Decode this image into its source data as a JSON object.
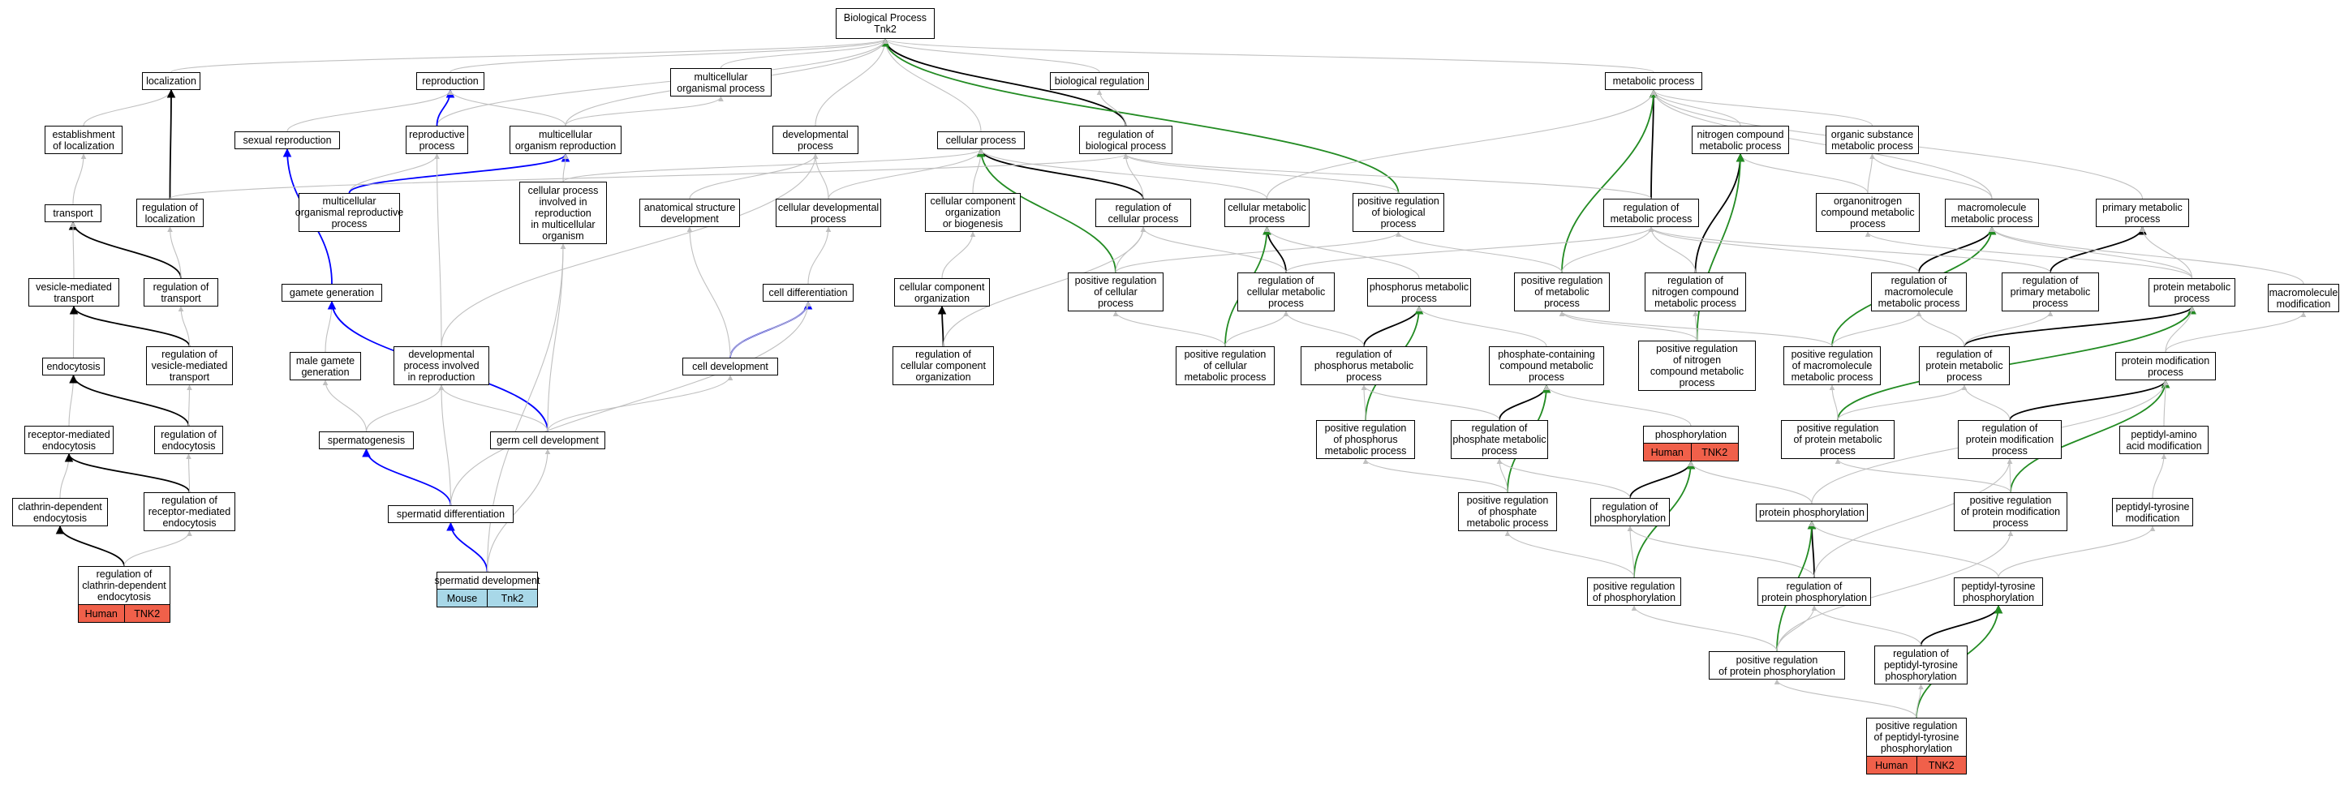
{
  "colors": {
    "gray_edge": "#c0c0c0",
    "black_edge": "#000000",
    "blue_edge": "#0000ff",
    "green_edge": "#228b22",
    "human_badge": "#f0604a",
    "mouse_badge": "#a8d8e8"
  },
  "nodes": [
    {
      "id": "bp",
      "label": "Biological Process\nTnk2"
    },
    {
      "id": "localization",
      "label": "localization"
    },
    {
      "id": "reproduction",
      "label": "reproduction"
    },
    {
      "id": "multiorg",
      "label": "multicellular\norganismal process"
    },
    {
      "id": "bioreg",
      "label": "biological regulation"
    },
    {
      "id": "metabolic",
      "label": "metabolic process"
    },
    {
      "id": "estloc",
      "label": "establishment\nof localization"
    },
    {
      "id": "sexrep",
      "label": "sexual reproduction"
    },
    {
      "id": "reproproc",
      "label": "reproductive\nprocess"
    },
    {
      "id": "multirep",
      "label": "multicellular\norganism reproduction"
    },
    {
      "id": "devproc",
      "label": "developmental\nprocess"
    },
    {
      "id": "cellproc",
      "label": "cellular process"
    },
    {
      "id": "regbio",
      "label": "regulation of\nbiological process"
    },
    {
      "id": "nitro",
      "label": "nitrogen compound\nmetabolic process"
    },
    {
      "id": "orgsub",
      "label": "organic substance\nmetabolic process"
    },
    {
      "id": "transport",
      "label": "transport"
    },
    {
      "id": "regloc",
      "label": "regulation of\nlocalization"
    },
    {
      "id": "multirepproc",
      "label": "multicellular\norganismal reproductive\nprocess"
    },
    {
      "id": "cellrepro",
      "label": "cellular process\ninvolved in\nreproduction\nin multicellular\norganism"
    },
    {
      "id": "anat",
      "label": "anatomical structure\ndevelopment"
    },
    {
      "id": "celldevproc",
      "label": "cellular developmental\nprocess"
    },
    {
      "id": "cellcomp",
      "label": "cellular component\norganization\nor biogenesis"
    },
    {
      "id": "regcell",
      "label": "regulation of\ncellular process"
    },
    {
      "id": "cellmet",
      "label": "cellular metabolic\nprocess"
    },
    {
      "id": "posregbio",
      "label": "positive regulation\nof biological\nprocess"
    },
    {
      "id": "regmet",
      "label": "regulation of\nmetabolic process"
    },
    {
      "id": "organonitro",
      "label": "organonitrogen\ncompound metabolic\nprocess"
    },
    {
      "id": "macromet",
      "label": "macromolecule\nmetabolic process"
    },
    {
      "id": "primmet",
      "label": "primary metabolic\nprocess"
    },
    {
      "id": "vesicle",
      "label": "vesicle-mediated\ntransport"
    },
    {
      "id": "regtrans",
      "label": "regulation of\ntransport"
    },
    {
      "id": "gamete",
      "label": "gamete generation"
    },
    {
      "id": "celldiff",
      "label": "cell differentiation"
    },
    {
      "id": "cellcomporg",
      "label": "cellular component\norganization"
    },
    {
      "id": "posregcell",
      "label": "positive regulation\nof cellular\nprocess"
    },
    {
      "id": "regcellmet",
      "label": "regulation of\ncellular metabolic\nprocess"
    },
    {
      "id": "phosmet",
      "label": "phosphorus metabolic\nprocess"
    },
    {
      "id": "posregmet",
      "label": "positive regulation\nof metabolic\nprocess"
    },
    {
      "id": "regnitro",
      "label": "regulation of\nnitrogen compound\nmetabolic process"
    },
    {
      "id": "regmacro",
      "label": "regulation of\nmacromolecule\nmetabolic process"
    },
    {
      "id": "regprim",
      "label": "regulation of\nprimary metabolic\nprocess"
    },
    {
      "id": "protmet",
      "label": "protein metabolic\nprocess"
    },
    {
      "id": "macromod",
      "label": "macromolecule\nmodification"
    },
    {
      "id": "endocytosis",
      "label": "endocytosis"
    },
    {
      "id": "regvesicle",
      "label": "regulation of\nvesicle-mediated\ntransport"
    },
    {
      "id": "malegam",
      "label": "male gamete\ngeneration"
    },
    {
      "id": "devrepro",
      "label": "developmental\nprocess involved\nin reproduction"
    },
    {
      "id": "celldev",
      "label": "cell development"
    },
    {
      "id": "regcellcomp",
      "label": "regulation of\ncellular component\norganization"
    },
    {
      "id": "posregcellmet",
      "label": "positive regulation\nof cellular\nmetabolic process"
    },
    {
      "id": "regphosmet",
      "label": "regulation of\nphosphorus metabolic\nprocess"
    },
    {
      "id": "phosphcomp",
      "label": "phosphate-containing\ncompound metabolic\nprocess"
    },
    {
      "id": "posregnitro",
      "label": "positive regulation\nof nitrogen\ncompound metabolic\nprocess"
    },
    {
      "id": "posregmacro",
      "label": "positive regulation\nof macromolecule\nmetabolic process"
    },
    {
      "id": "regprotmet",
      "label": "regulation of\nprotein metabolic\nprocess"
    },
    {
      "id": "protmod",
      "label": "protein modification\nprocess"
    },
    {
      "id": "recendo",
      "label": "receptor-mediated\nendocytosis"
    },
    {
      "id": "regendo",
      "label": "regulation of\nendocytosis"
    },
    {
      "id": "spermato",
      "label": "spermatogenesis"
    },
    {
      "id": "germcell",
      "label": "germ cell development"
    },
    {
      "id": "posregphosmet",
      "label": "positive regulation\nof phosphorus\nmetabolic process"
    },
    {
      "id": "regphosph",
      "label": "regulation of\nphosphate metabolic\nprocess"
    },
    {
      "id": "phosphorylation",
      "label": "phosphorylation"
    },
    {
      "id": "posregprotmet",
      "label": "positive regulation\nof protein metabolic\nprocess"
    },
    {
      "id": "regprotmod",
      "label": "regulation of\nprotein modification\nprocess"
    },
    {
      "id": "peptaa",
      "label": "peptidyl-amino\nacid modification"
    },
    {
      "id": "clathrin",
      "label": "clathrin-dependent\nendocytosis"
    },
    {
      "id": "regrecendo",
      "label": "regulation of\nreceptor-mediated\nendocytosis"
    },
    {
      "id": "spermatid",
      "label": "spermatid differentiation"
    },
    {
      "id": "posregphosph",
      "label": "positive regulation\nof phosphate\nmetabolic process"
    },
    {
      "id": "regphosphn",
      "label": "regulation of\nphosphorylation"
    },
    {
      "id": "protphos",
      "label": "protein phosphorylation"
    },
    {
      "id": "posregprotmod",
      "label": "positive regulation\nof protein modification\nprocess"
    },
    {
      "id": "peptyrmod",
      "label": "peptidyl-tyrosine\nmodification"
    },
    {
      "id": "regclathrin",
      "label": "regulation of\nclathrin-dependent\nendocytosis"
    },
    {
      "id": "spermdev",
      "label": "spermatid development"
    },
    {
      "id": "posregphosphn",
      "label": "positive regulation\nof phosphorylation"
    },
    {
      "id": "regprotphos",
      "label": "regulation of\nprotein phosphorylation"
    },
    {
      "id": "peptyrphos",
      "label": "peptidyl-tyrosine\nphosphorylation"
    },
    {
      "id": "posregprotphos",
      "label": "positive regulation\nof protein phosphorylation"
    },
    {
      "id": "regpeptyr",
      "label": "regulation of\npeptidyl-tyrosine\nphosphorylation"
    },
    {
      "id": "posregpeptyr",
      "label": "positive regulation\nof peptidyl-tyrosine\nphosphorylation"
    }
  ],
  "badges": [
    {
      "node": "regclathrin",
      "species": "Human",
      "gene": "TNK2",
      "kind": "human"
    },
    {
      "node": "spermdev",
      "species": "Mouse",
      "gene": "Tnk2",
      "kind": "mouse"
    },
    {
      "node": "phosphorylation",
      "species": "Human",
      "gene": "TNK2",
      "kind": "human"
    },
    {
      "node": "posregpeptyr",
      "species": "Human",
      "gene": "TNK2",
      "kind": "human"
    }
  ],
  "edges": [
    [
      "localization",
      "bp",
      "gray"
    ],
    [
      "reproduction",
      "bp",
      "gray"
    ],
    [
      "multiorg",
      "bp",
      "gray"
    ],
    [
      "bioreg",
      "bp",
      "gray"
    ],
    [
      "metabolic",
      "bp",
      "gray"
    ],
    [
      "devproc",
      "bp",
      "gray"
    ],
    [
      "cellproc",
      "bp",
      "gray"
    ],
    [
      "regbio",
      "bp",
      "black"
    ],
    [
      "posregbio",
      "bp",
      "green"
    ],
    [
      "reproproc",
      "bp",
      "gray"
    ],
    [
      "multirep",
      "bp",
      "gray"
    ],
    [
      "estloc",
      "localization",
      "gray"
    ],
    [
      "regloc",
      "localization",
      "black"
    ],
    [
      "sexrep",
      "reproduction",
      "gray"
    ],
    [
      "reproproc",
      "reproduction",
      "blue"
    ],
    [
      "multirep",
      "reproduction",
      "gray"
    ],
    [
      "multirep",
      "multiorg",
      "gray"
    ],
    [
      "regbio",
      "bioreg",
      "gray"
    ],
    [
      "nitro",
      "metabolic",
      "gray"
    ],
    [
      "orgsub",
      "metabolic",
      "gray"
    ],
    [
      "regmet",
      "metabolic",
      "black"
    ],
    [
      "posregmet",
      "metabolic",
      "green"
    ],
    [
      "cellmet",
      "metabolic",
      "gray"
    ],
    [
      "macromet",
      "metabolic",
      "gray"
    ],
    [
      "primmet",
      "metabolic",
      "gray"
    ],
    [
      "transport",
      "estloc",
      "gray"
    ],
    [
      "regtrans",
      "transport",
      "black"
    ],
    [
      "vesicle",
      "transport",
      "gray"
    ],
    [
      "gamete",
      "sexrep",
      "blue"
    ],
    [
      "multirepproc",
      "reproproc",
      "gray"
    ],
    [
      "multirepproc",
      "multirep",
      "blue"
    ],
    [
      "cellrepro",
      "multirep",
      "gray"
    ],
    [
      "cellrepro",
      "cellproc",
      "gray"
    ],
    [
      "anat",
      "devproc",
      "gray"
    ],
    [
      "celldevproc",
      "devproc",
      "gray"
    ],
    [
      "celldevproc",
      "cellproc",
      "gray"
    ],
    [
      "cellcomp",
      "cellproc",
      "gray"
    ],
    [
      "regcell",
      "cellproc",
      "black"
    ],
    [
      "posregcell",
      "cellproc",
      "green"
    ],
    [
      "cellmet",
      "cellproc",
      "gray"
    ],
    [
      "regcell",
      "regbio",
      "gray"
    ],
    [
      "posregbio",
      "regbio",
      "gray"
    ],
    [
      "regmet",
      "regbio",
      "gray"
    ],
    [
      "organonitro",
      "nitro",
      "gray"
    ],
    [
      "organonitro",
      "orgsub",
      "gray"
    ],
    [
      "macromet",
      "orgsub",
      "gray"
    ],
    [
      "regnitro",
      "nitro",
      "black"
    ],
    [
      "posregnitro",
      "nitro",
      "green"
    ],
    [
      "regloc",
      "regbio",
      "gray"
    ],
    [
      "regtrans",
      "regloc",
      "gray"
    ],
    [
      "endocytosis",
      "vesicle",
      "gray"
    ],
    [
      "regvesicle",
      "vesicle",
      "black"
    ],
    [
      "regvesicle",
      "regtrans",
      "gray"
    ],
    [
      "malegam",
      "gamete",
      "gray"
    ],
    [
      "germcell",
      "gamete",
      "blue"
    ],
    [
      "celldev",
      "celldiff",
      "blue"
    ],
    [
      "celldiff",
      "celldevproc",
      "gray"
    ],
    [
      "cellcomporg",
      "cellcomp",
      "gray"
    ],
    [
      "regcellcomp",
      "cellcomporg",
      "black"
    ],
    [
      "regcellcomp",
      "regcell",
      "gray"
    ],
    [
      "posregcell",
      "regcell",
      "gray"
    ],
    [
      "posregcell",
      "posregbio",
      "gray"
    ],
    [
      "regcellmet",
      "cellmet",
      "black"
    ],
    [
      "regcellmet",
      "regcell",
      "gray"
    ],
    [
      "regcellmet",
      "regmet",
      "gray"
    ],
    [
      "posregcellmet",
      "cellmet",
      "green"
    ],
    [
      "posregcellmet",
      "regcellmet",
      "gray"
    ],
    [
      "posregcellmet",
      "posregcell",
      "gray"
    ],
    [
      "phosmet",
      "cellmet",
      "gray"
    ],
    [
      "regphosmet",
      "phosmet",
      "black"
    ],
    [
      "regphosmet",
      "regcellmet",
      "gray"
    ],
    [
      "posregphosmet",
      "phosmet",
      "green"
    ],
    [
      "posregphosmet",
      "regphosmet",
      "gray"
    ],
    [
      "posregmet",
      "regmet",
      "gray"
    ],
    [
      "posregmet",
      "posregbio",
      "gray"
    ],
    [
      "regnitro",
      "regmet",
      "gray"
    ],
    [
      "posregnitro",
      "regnitro",
      "gray"
    ],
    [
      "posregnitro",
      "posregmet",
      "gray"
    ],
    [
      "regmacro",
      "macromet",
      "black"
    ],
    [
      "regmacro",
      "regmet",
      "gray"
    ],
    [
      "posregmacro",
      "macromet",
      "green"
    ],
    [
      "posregmacro",
      "regmacro",
      "gray"
    ],
    [
      "posregmacro",
      "posregmet",
      "gray"
    ],
    [
      "regprim",
      "primmet",
      "black"
    ],
    [
      "regprim",
      "regmet",
      "gray"
    ],
    [
      "protmet",
      "primmet",
      "gray"
    ],
    [
      "protmet",
      "macromet",
      "gray"
    ],
    [
      "protmet",
      "organonitro",
      "gray"
    ],
    [
      "regprotmet",
      "protmet",
      "black"
    ],
    [
      "regprotmet",
      "regmacro",
      "gray"
    ],
    [
      "regprotmet",
      "regprim",
      "gray"
    ],
    [
      "posregprotmet",
      "protmet",
      "green"
    ],
    [
      "posregprotmet",
      "regprotmet",
      "gray"
    ],
    [
      "posregprotmet",
      "posregmacro",
      "gray"
    ],
    [
      "macromod",
      "macromet",
      "gray"
    ],
    [
      "protmod",
      "macromod",
      "gray"
    ],
    [
      "protmod",
      "protmet",
      "gray"
    ],
    [
      "regprotmod",
      "protmod",
      "black"
    ],
    [
      "regprotmod",
      "regprotmet",
      "gray"
    ],
    [
      "posregprotmod",
      "protmod",
      "green"
    ],
    [
      "posregprotmod",
      "regprotmod",
      "gray"
    ],
    [
      "posregprotmod",
      "posregprotmet",
      "gray"
    ],
    [
      "peptaa",
      "protmod",
      "gray"
    ],
    [
      "peptyrmod",
      "peptaa",
      "gray"
    ],
    [
      "recendo",
      "endocytosis",
      "gray"
    ],
    [
      "regendo",
      "endocytosis",
      "black"
    ],
    [
      "regendo",
      "regvesicle",
      "gray"
    ],
    [
      "clathrin",
      "recendo",
      "gray"
    ],
    [
      "regrecendo",
      "recendo",
      "black"
    ],
    [
      "regrecendo",
      "regendo",
      "gray"
    ],
    [
      "regclathrin",
      "clathrin",
      "black"
    ],
    [
      "regclathrin",
      "regrecendo",
      "gray"
    ],
    [
      "spermato",
      "malegam",
      "gray"
    ],
    [
      "spermatid",
      "spermato",
      "blue"
    ],
    [
      "spermatid",
      "devrepro",
      "gray"
    ],
    [
      "spermdev",
      "spermatid",
      "blue"
    ],
    [
      "spermdev",
      "germcell",
      "gray"
    ],
    [
      "spermdev",
      "cellrepro",
      "gray"
    ],
    [
      "germcell",
      "devrepro",
      "gray"
    ],
    [
      "germcell",
      "celldev",
      "gray"
    ],
    [
      "germcell",
      "cellrepro",
      "gray"
    ],
    [
      "devrepro",
      "reproproc",
      "gray"
    ],
    [
      "devrepro",
      "devproc",
      "gray"
    ],
    [
      "spermato",
      "devrepro",
      "gray"
    ],
    [
      "celldev",
      "anat",
      "gray"
    ],
    [
      "celldev",
      "celldiff",
      "gray"
    ],
    [
      "spermatid",
      "celldiff",
      "gray"
    ],
    [
      "phosphcomp",
      "phosmet",
      "gray"
    ],
    [
      "regphosph",
      "phosphcomp",
      "black"
    ],
    [
      "regphosph",
      "regphosmet",
      "gray"
    ],
    [
      "posregphosph",
      "phosphcomp",
      "green"
    ],
    [
      "posregphosph",
      "regphosph",
      "gray"
    ],
    [
      "posregphosph",
      "posregphosmet",
      "gray"
    ],
    [
      "phosphorylation",
      "phosphcomp",
      "gray"
    ],
    [
      "regphosphn",
      "phosphorylation",
      "black"
    ],
    [
      "regphosphn",
      "regphosph",
      "gray"
    ],
    [
      "posregphosphn",
      "phosphorylation",
      "green"
    ],
    [
      "posregphosphn",
      "regphosphn",
      "gray"
    ],
    [
      "posregphosphn",
      "posregphosph",
      "gray"
    ],
    [
      "protphos",
      "phosphorylation",
      "gray"
    ],
    [
      "protphos",
      "protmod",
      "gray"
    ],
    [
      "regprotphos",
      "protphos",
      "black"
    ],
    [
      "regprotphos",
      "regphosphn",
      "gray"
    ],
    [
      "regprotphos",
      "regprotmod",
      "gray"
    ],
    [
      "posregprotphos",
      "protphos",
      "green"
    ],
    [
      "posregprotphos",
      "regprotphos",
      "gray"
    ],
    [
      "posregprotphos",
      "posregphosphn",
      "gray"
    ],
    [
      "posregprotphos",
      "posregprotmod",
      "gray"
    ],
    [
      "peptyrphos",
      "peptyrmod",
      "gray"
    ],
    [
      "peptyrphos",
      "protphos",
      "gray"
    ],
    [
      "regpeptyr",
      "peptyrphos",
      "black"
    ],
    [
      "regpeptyr",
      "regprotphos",
      "gray"
    ],
    [
      "posregpeptyr",
      "peptyrphos",
      "green"
    ],
    [
      "posregpeptyr",
      "regpeptyr",
      "gray"
    ],
    [
      "posregpeptyr",
      "posregprotphos",
      "gray"
    ]
  ]
}
